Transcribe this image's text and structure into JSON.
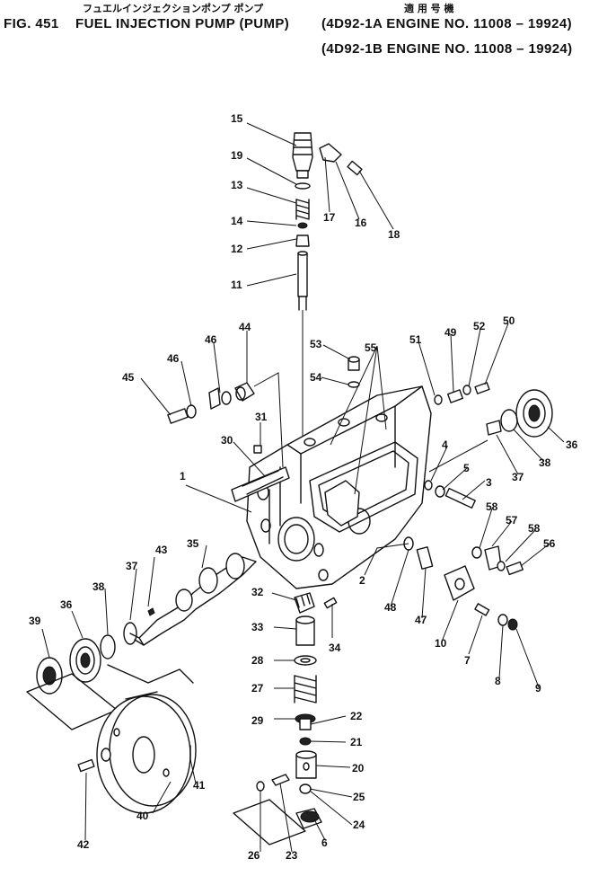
{
  "header": {
    "fig_label": "FIG. 451",
    "jp_title": "フュエルインジェクションポンプ ポンプ",
    "en_title": "FUEL INJECTION PUMP (PUMP)",
    "jp_applicable": "適 用 号 機",
    "model_line_1": "(4D92-1A  ENGINE NO. 11008 – 19924)",
    "model_line_2": "(4D92-1B  ENGINE NO. 11008 – 19924)"
  },
  "parts": {
    "p1": "1",
    "p2": "2",
    "p3": "3",
    "p4": "4",
    "p5": "5",
    "p6": "6",
    "p7": "7",
    "p8": "8",
    "p9": "9",
    "p10": "10",
    "p11": "11",
    "p12": "12",
    "p13": "13",
    "p14": "14",
    "p15": "15",
    "p16": "16",
    "p17": "17",
    "p18": "18",
    "p19": "19",
    "p20": "20",
    "p21": "21",
    "p22": "22",
    "p23": "23",
    "p24": "24",
    "p25": "25",
    "p26": "26",
    "p27": "27",
    "p28": "28",
    "p29": "29",
    "p30": "30",
    "p31": "31",
    "p32": "32",
    "p33": "33",
    "p34": "34",
    "p35": "35",
    "p36a": "36",
    "p36b": "36",
    "p37a": "37",
    "p37b": "37",
    "p38a": "38",
    "p38b": "38",
    "p39": "39",
    "p40": "40",
    "p41": "41",
    "p42": "42",
    "p43": "43",
    "p44": "44",
    "p45": "45",
    "p46a": "46",
    "p46b": "46",
    "p47": "47",
    "p48": "48",
    "p49": "49",
    "p50": "50",
    "p51": "51",
    "p52": "52",
    "p53": "53",
    "p54": "54",
    "p55": "55",
    "p56": "56",
    "p57": "57",
    "p58a": "58",
    "p58b": "58"
  }
}
